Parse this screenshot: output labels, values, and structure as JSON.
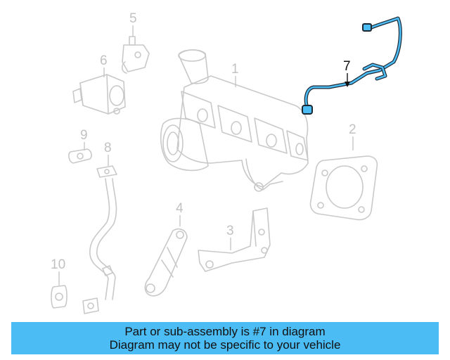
{
  "callouts": {
    "c1": "1",
    "c2": "2",
    "c3": "3",
    "c4": "4",
    "c5": "5",
    "c6": "6",
    "c7": "7",
    "c8": "8",
    "c9": "9",
    "c10": "10"
  },
  "highlight": {
    "part_number": "7",
    "color": "#4cbcf4"
  },
  "banner": {
    "line1": "Part or sub-assembly is #7 in diagram",
    "line2": "Diagram may not be specific to your vehicle",
    "background": "#4cbcf4"
  }
}
